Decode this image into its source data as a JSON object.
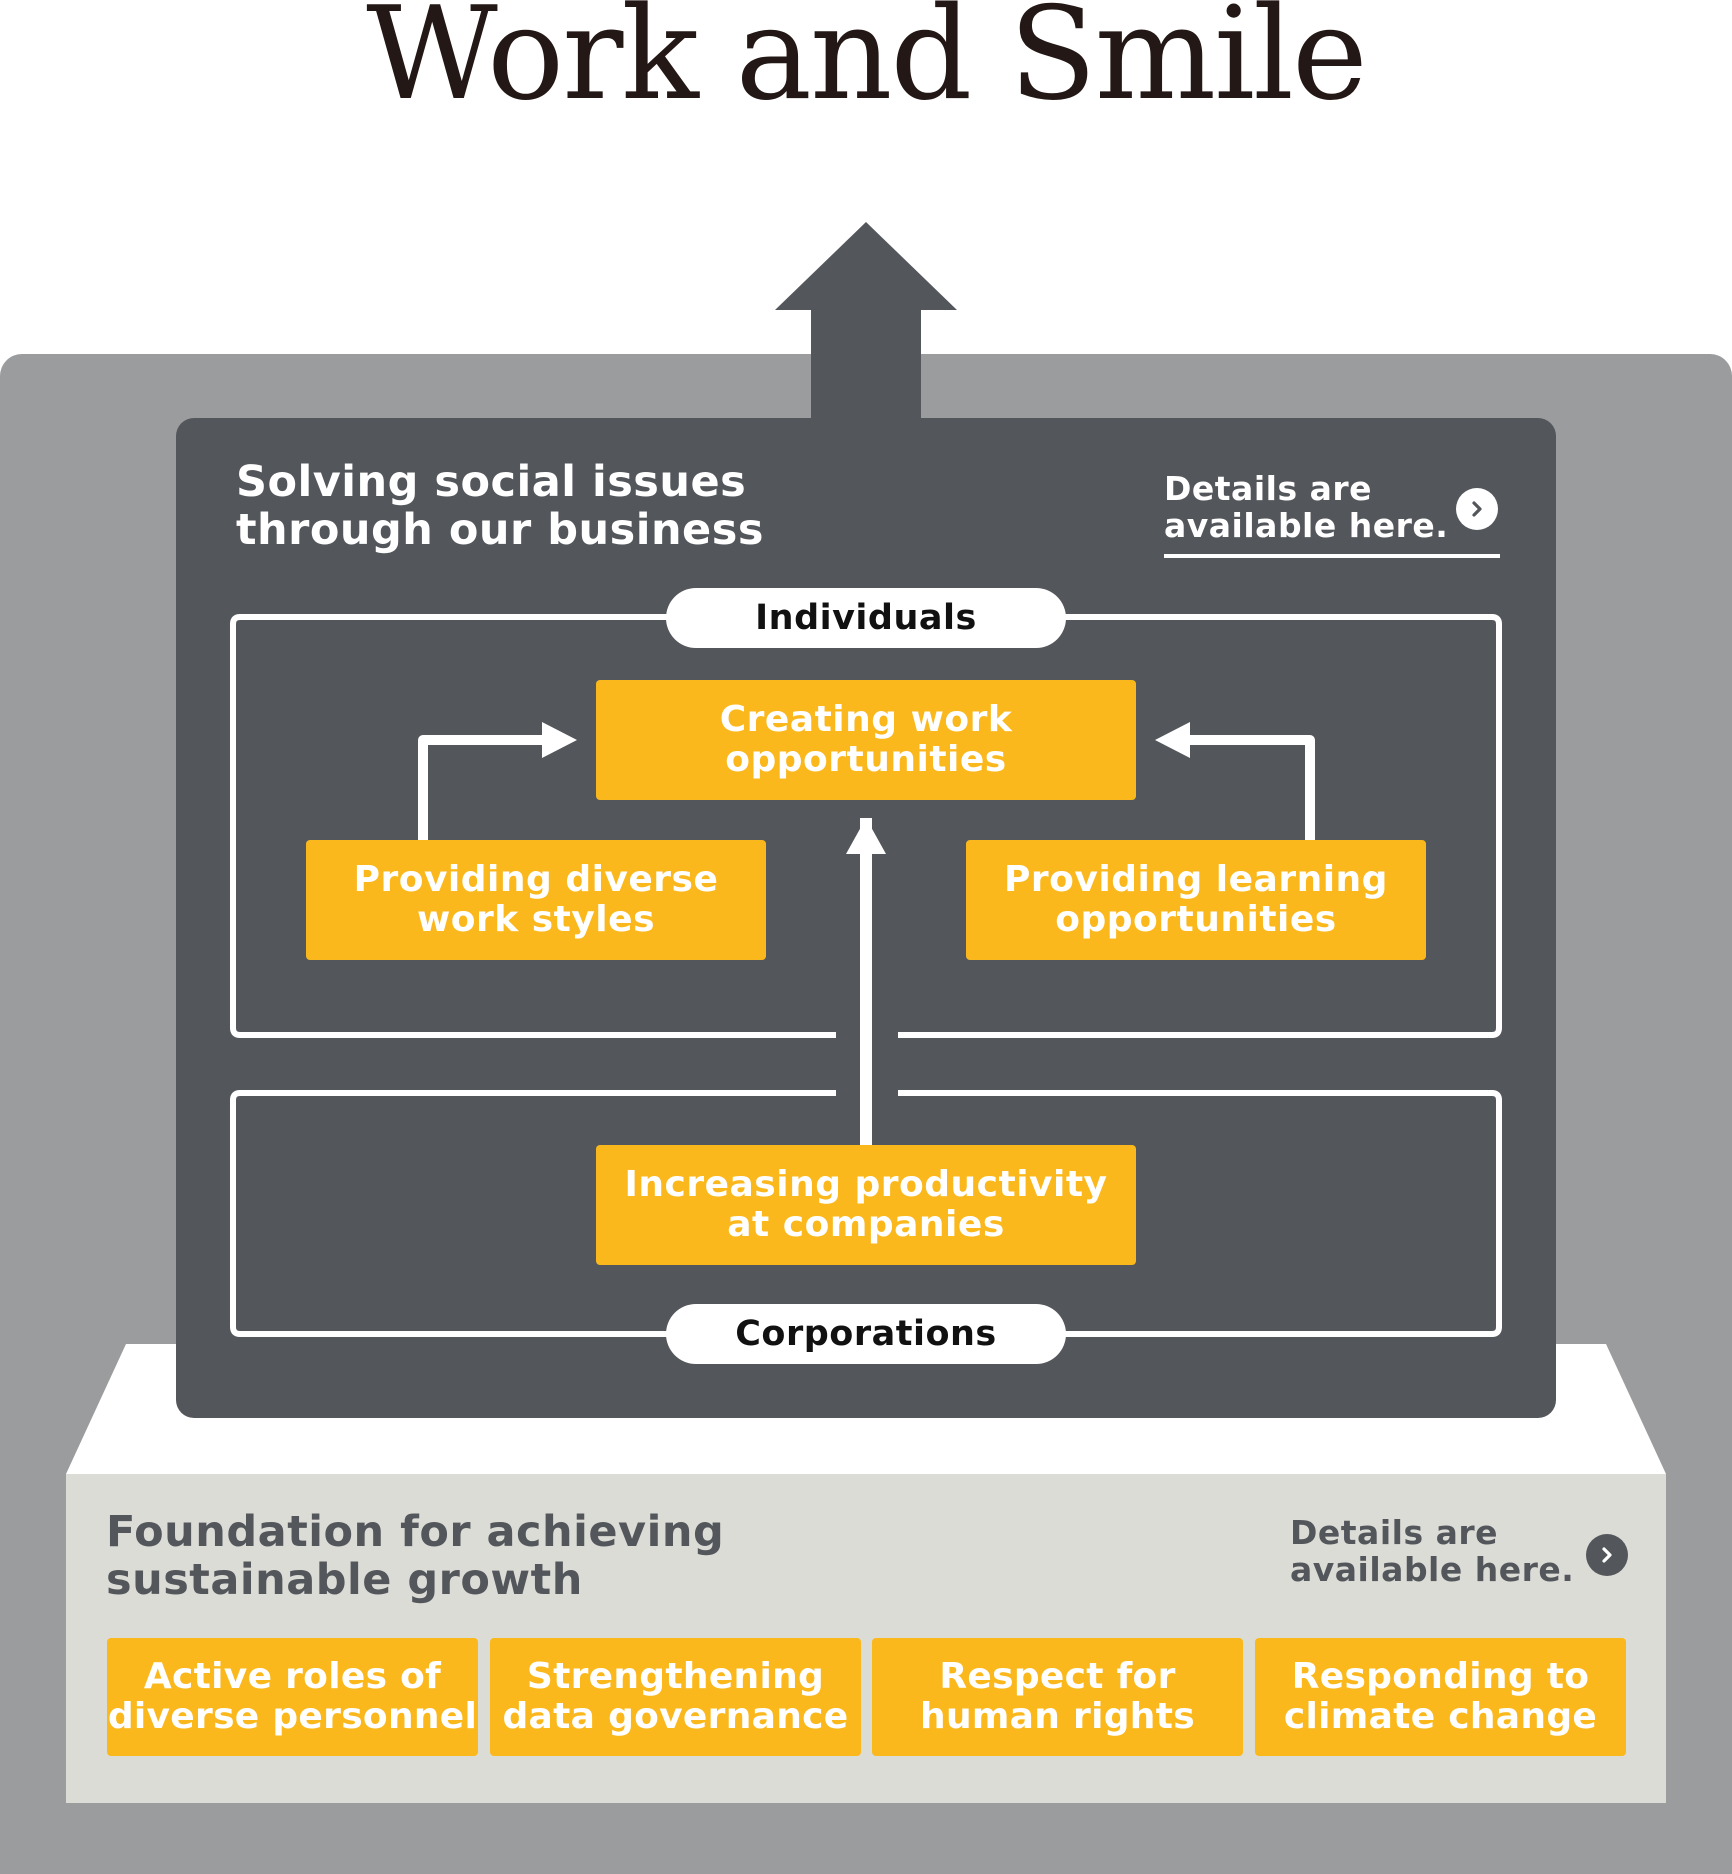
{
  "title": "Work and Smile",
  "business": {
    "heading_line1": "Solving social issues",
    "heading_line2": "through our business",
    "details_line1": "Details are",
    "details_line2": "available here.",
    "individuals_label": "Individuals",
    "corporations_label": "Corporations",
    "boxes": {
      "creating": "Creating work\nopportunities",
      "diverse": "Providing diverse\nwork styles",
      "learning": "Providing learning\nopportunities",
      "productivity": "Increasing productivity\nat companies"
    }
  },
  "foundation": {
    "heading_line1": "Foundation for achieving",
    "heading_line2": "sustainable growth",
    "details_line1": "Details are",
    "details_line2": "available here.",
    "items": [
      "Active roles of\ndiverse personnel",
      "Strengthening\ndata governance",
      "Respect for\nhuman rights",
      "Responding to\nclimate change"
    ]
  },
  "icons": {
    "details_chevron": "chevron-right-icon",
    "growth_arrow": "arrow-up-icon"
  },
  "colors": {
    "panel": "#53565b",
    "outer": "#9b9c9e",
    "foundation": "#dcdcd7",
    "accent": "#fbb81c"
  }
}
